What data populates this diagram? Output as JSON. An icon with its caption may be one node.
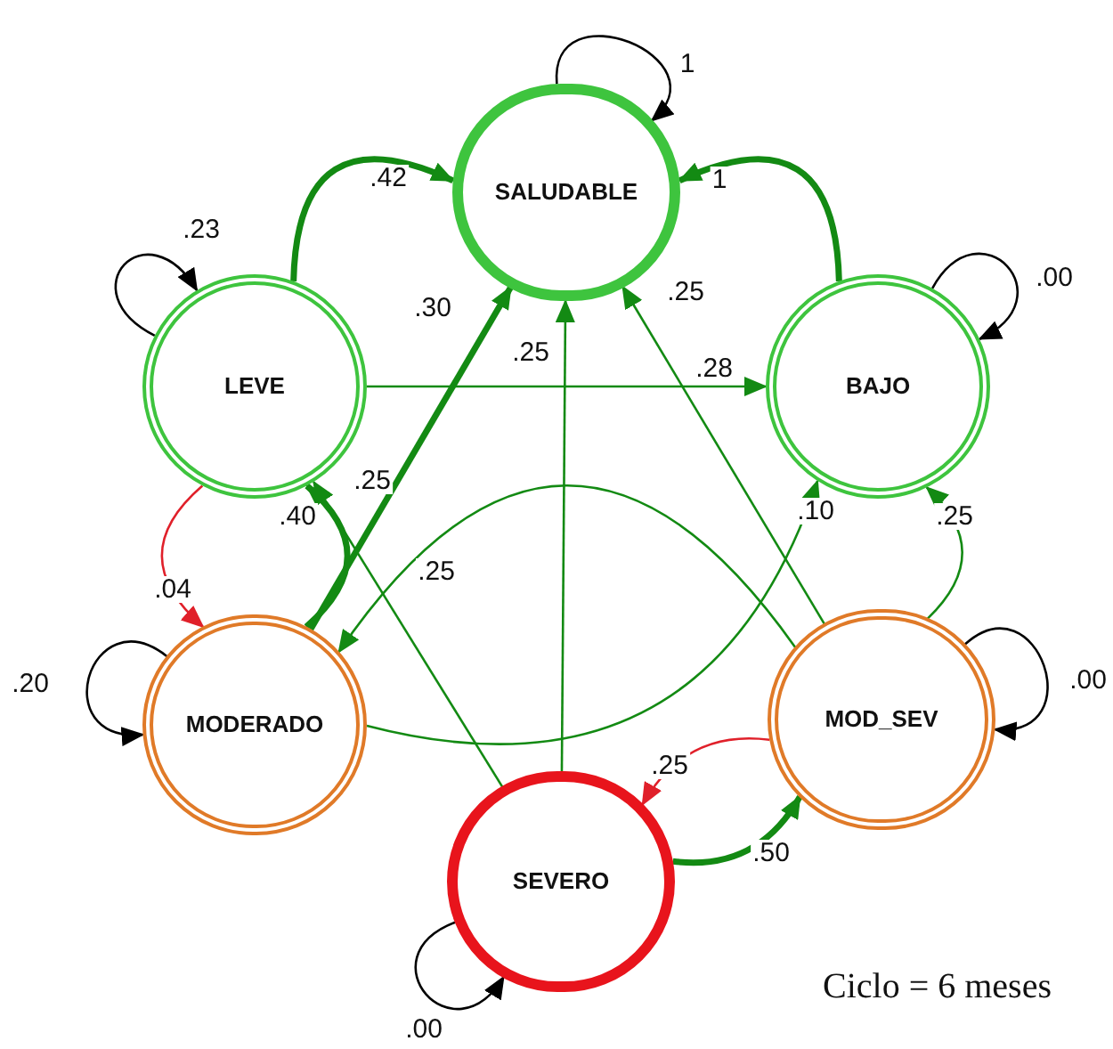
{
  "diagram": {
    "nodes": [
      {
        "text": [
          "SALUDABLE"
        ]
      },
      {
        "text": [
          "LEVE"
        ]
      },
      {
        "text": [
          "BAJO"
        ]
      },
      {
        "text": [
          "MODERADO"
        ]
      },
      {
        "text": [
          "MOD_SEV"
        ]
      },
      {
        "text": [
          "SEVERO"
        ]
      }
    ],
    "edges": [
      {
        "from": 0,
        "to": 0,
        "arrow": "to",
        "label": "1",
        "color": "#000000"
      },
      {
        "from": 1,
        "to": 1,
        "arrow": "to",
        "label": ".23",
        "color": "#000000"
      },
      {
        "from": 2,
        "to": 2,
        "arrow": "to",
        "label": ".00",
        "color": "#000000"
      },
      {
        "from": 3,
        "to": 3,
        "arrow": "to",
        "label": ".20",
        "color": "#000000"
      },
      {
        "from": 4,
        "to": 4,
        "arrow": "to",
        "label": ".00",
        "color": "#000000"
      },
      {
        "from": 5,
        "to": 5,
        "arrow": "to",
        "label": ".00",
        "color": "#000000"
      },
      {
        "from": 1,
        "to": 0,
        "arrow": "to",
        "label": ".42",
        "style": "thick"
      },
      {
        "from": 2,
        "to": 0,
        "arrow": "to",
        "label": "1",
        "style": "thick"
      },
      {
        "from": 1,
        "to": 2,
        "arrow": "to",
        "label": ".28"
      },
      {
        "from": 3,
        "to": 0,
        "arrow": "to",
        "label": ".30",
        "style": "thick"
      },
      {
        "from": 5,
        "to": 0,
        "arrow": "to",
        "label": ".25"
      },
      {
        "from": 4,
        "to": 0,
        "arrow": "to",
        "label": ".25"
      },
      {
        "from": 5,
        "to": 1,
        "arrow": "to",
        "label": ".25"
      },
      {
        "from": 1,
        "to": 3,
        "arrow": "to",
        "label": ".04",
        "color": "#e0202a"
      },
      {
        "from": 3,
        "to": 1,
        "arrow": "to",
        "label": ".40",
        "style": "thick"
      },
      {
        "from": 4,
        "to": 3,
        "arrow": "to",
        "label": ".25"
      },
      {
        "from": 3,
        "to": 2,
        "arrow": "to",
        "label": ".10"
      },
      {
        "from": 4,
        "to": 2,
        "arrow": "to",
        "label": ".25"
      },
      {
        "from": 4,
        "to": 5,
        "arrow": "to",
        "label": ".25",
        "color": "#e0202a"
      },
      {
        "from": 5,
        "to": 4,
        "arrow": "to",
        "label": ".50",
        "style": "thick"
      }
    ],
    "labels": [
      "Ciclo = 6 meses"
    ]
  }
}
